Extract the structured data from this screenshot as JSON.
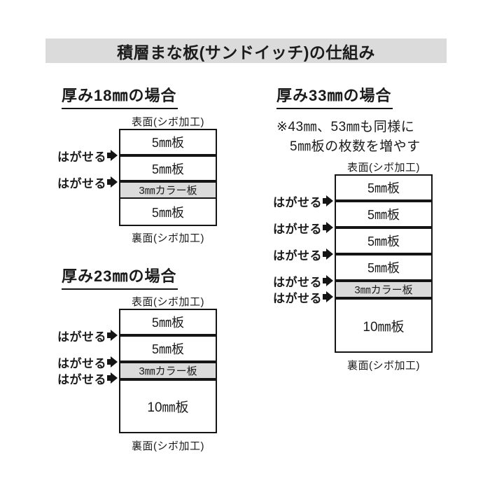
{
  "title": "積層まな板(サンドイッチ)の仕組み",
  "labels": {
    "surface": "表面(シボ加工)",
    "back": "裏面(シボ加工)",
    "peel": "はがせる"
  },
  "diagram_18": {
    "heading": "厚み18㎜の場合",
    "layers": [
      "5㎜板",
      "5㎜板",
      "3㎜カラー板",
      "5㎜板"
    ],
    "peel_count": 2
  },
  "diagram_23": {
    "heading": "厚み23㎜の場合",
    "layers": [
      "5㎜板",
      "5㎜板",
      "3㎜カラー板",
      "10㎜板"
    ],
    "peel_count": 3
  },
  "diagram_33": {
    "heading": "厚み33㎜の場合",
    "note_line1": "※43㎜、53㎜も同様に",
    "note_line2": "5㎜板の枚数を増やす",
    "layers": [
      "5㎜板",
      "5㎜板",
      "5㎜板",
      "5㎜板",
      "3㎜カラー板",
      "10㎜板"
    ],
    "peel_count": 5
  },
  "colors": {
    "banner_background": "#dbdbdb",
    "color_board_background": "#dbdbdb",
    "line_and_text": "#151515",
    "page_background": "#ffffff"
  }
}
